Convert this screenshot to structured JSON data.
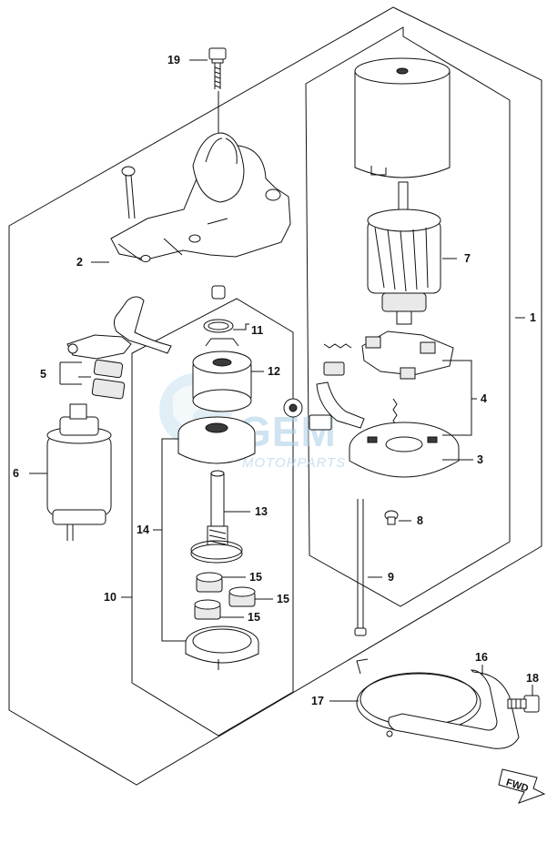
{
  "callouts": [
    {
      "id": "1",
      "text": "1"
    },
    {
      "id": "2",
      "text": "2"
    },
    {
      "id": "3",
      "text": "3"
    },
    {
      "id": "4",
      "text": "4"
    },
    {
      "id": "5",
      "text": "5"
    },
    {
      "id": "6",
      "text": "6"
    },
    {
      "id": "7",
      "text": "7"
    },
    {
      "id": "8",
      "text": "8"
    },
    {
      "id": "9",
      "text": "9"
    },
    {
      "id": "10",
      "text": "10"
    },
    {
      "id": "11",
      "text": "11"
    },
    {
      "id": "12",
      "text": "12"
    },
    {
      "id": "13",
      "text": "13"
    },
    {
      "id": "14",
      "text": "14"
    },
    {
      "id": "15a",
      "text": "15"
    },
    {
      "id": "15b",
      "text": "15"
    },
    {
      "id": "15c",
      "text": "15"
    },
    {
      "id": "16",
      "text": "16"
    },
    {
      "id": "17",
      "text": "17"
    },
    {
      "id": "18",
      "text": "18"
    },
    {
      "id": "19",
      "text": "19"
    }
  ],
  "watermark": {
    "brand": "GEM",
    "sub": "MOTORPARTS"
  },
  "direction_marker": {
    "text": "FWD"
  },
  "colors": {
    "line": "#111111",
    "watermark": "#a9cde6"
  }
}
